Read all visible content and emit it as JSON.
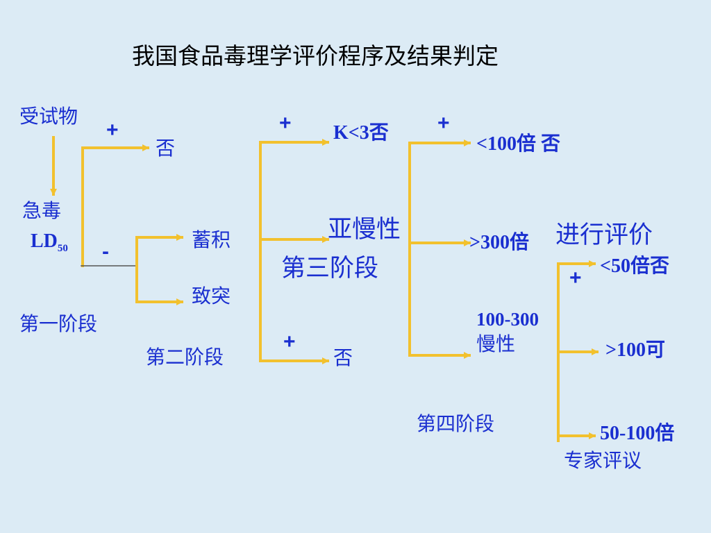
{
  "title": "我国食品毒理学评价程序及结果判定",
  "colors": {
    "text": "#1a2fd0",
    "arrow": "#f2c12e",
    "background": "#dcebf5",
    "title": "#000000"
  },
  "stage1": {
    "substance": "受试物",
    "acute": "急毒",
    "ld": "LD",
    "ld_sub": "50",
    "plus": "+",
    "minus": "-",
    "no": "否",
    "label": "第一阶段"
  },
  "stage2": {
    "accumulation": "蓄积",
    "mutagenic": "致突",
    "label": "第二阶段",
    "plus_top": "+",
    "plus_bottom": "+",
    "k_no": "K<3否",
    "no": "否"
  },
  "stage3": {
    "subchronic": "亚慢性",
    "label": "第三阶段",
    "plus": "+",
    "lt100_no": "<100倍 否",
    "gt300": ">300倍",
    "evaluate": "进行评价",
    "range_line1": "100-300",
    "range_line2": "慢性"
  },
  "stage4": {
    "label": "第四阶段",
    "plus": "+",
    "lt50_no": "<50倍否",
    "gt100_ok": ">100可",
    "range_50_100": "50-100倍",
    "expert_review": "专家评议"
  }
}
